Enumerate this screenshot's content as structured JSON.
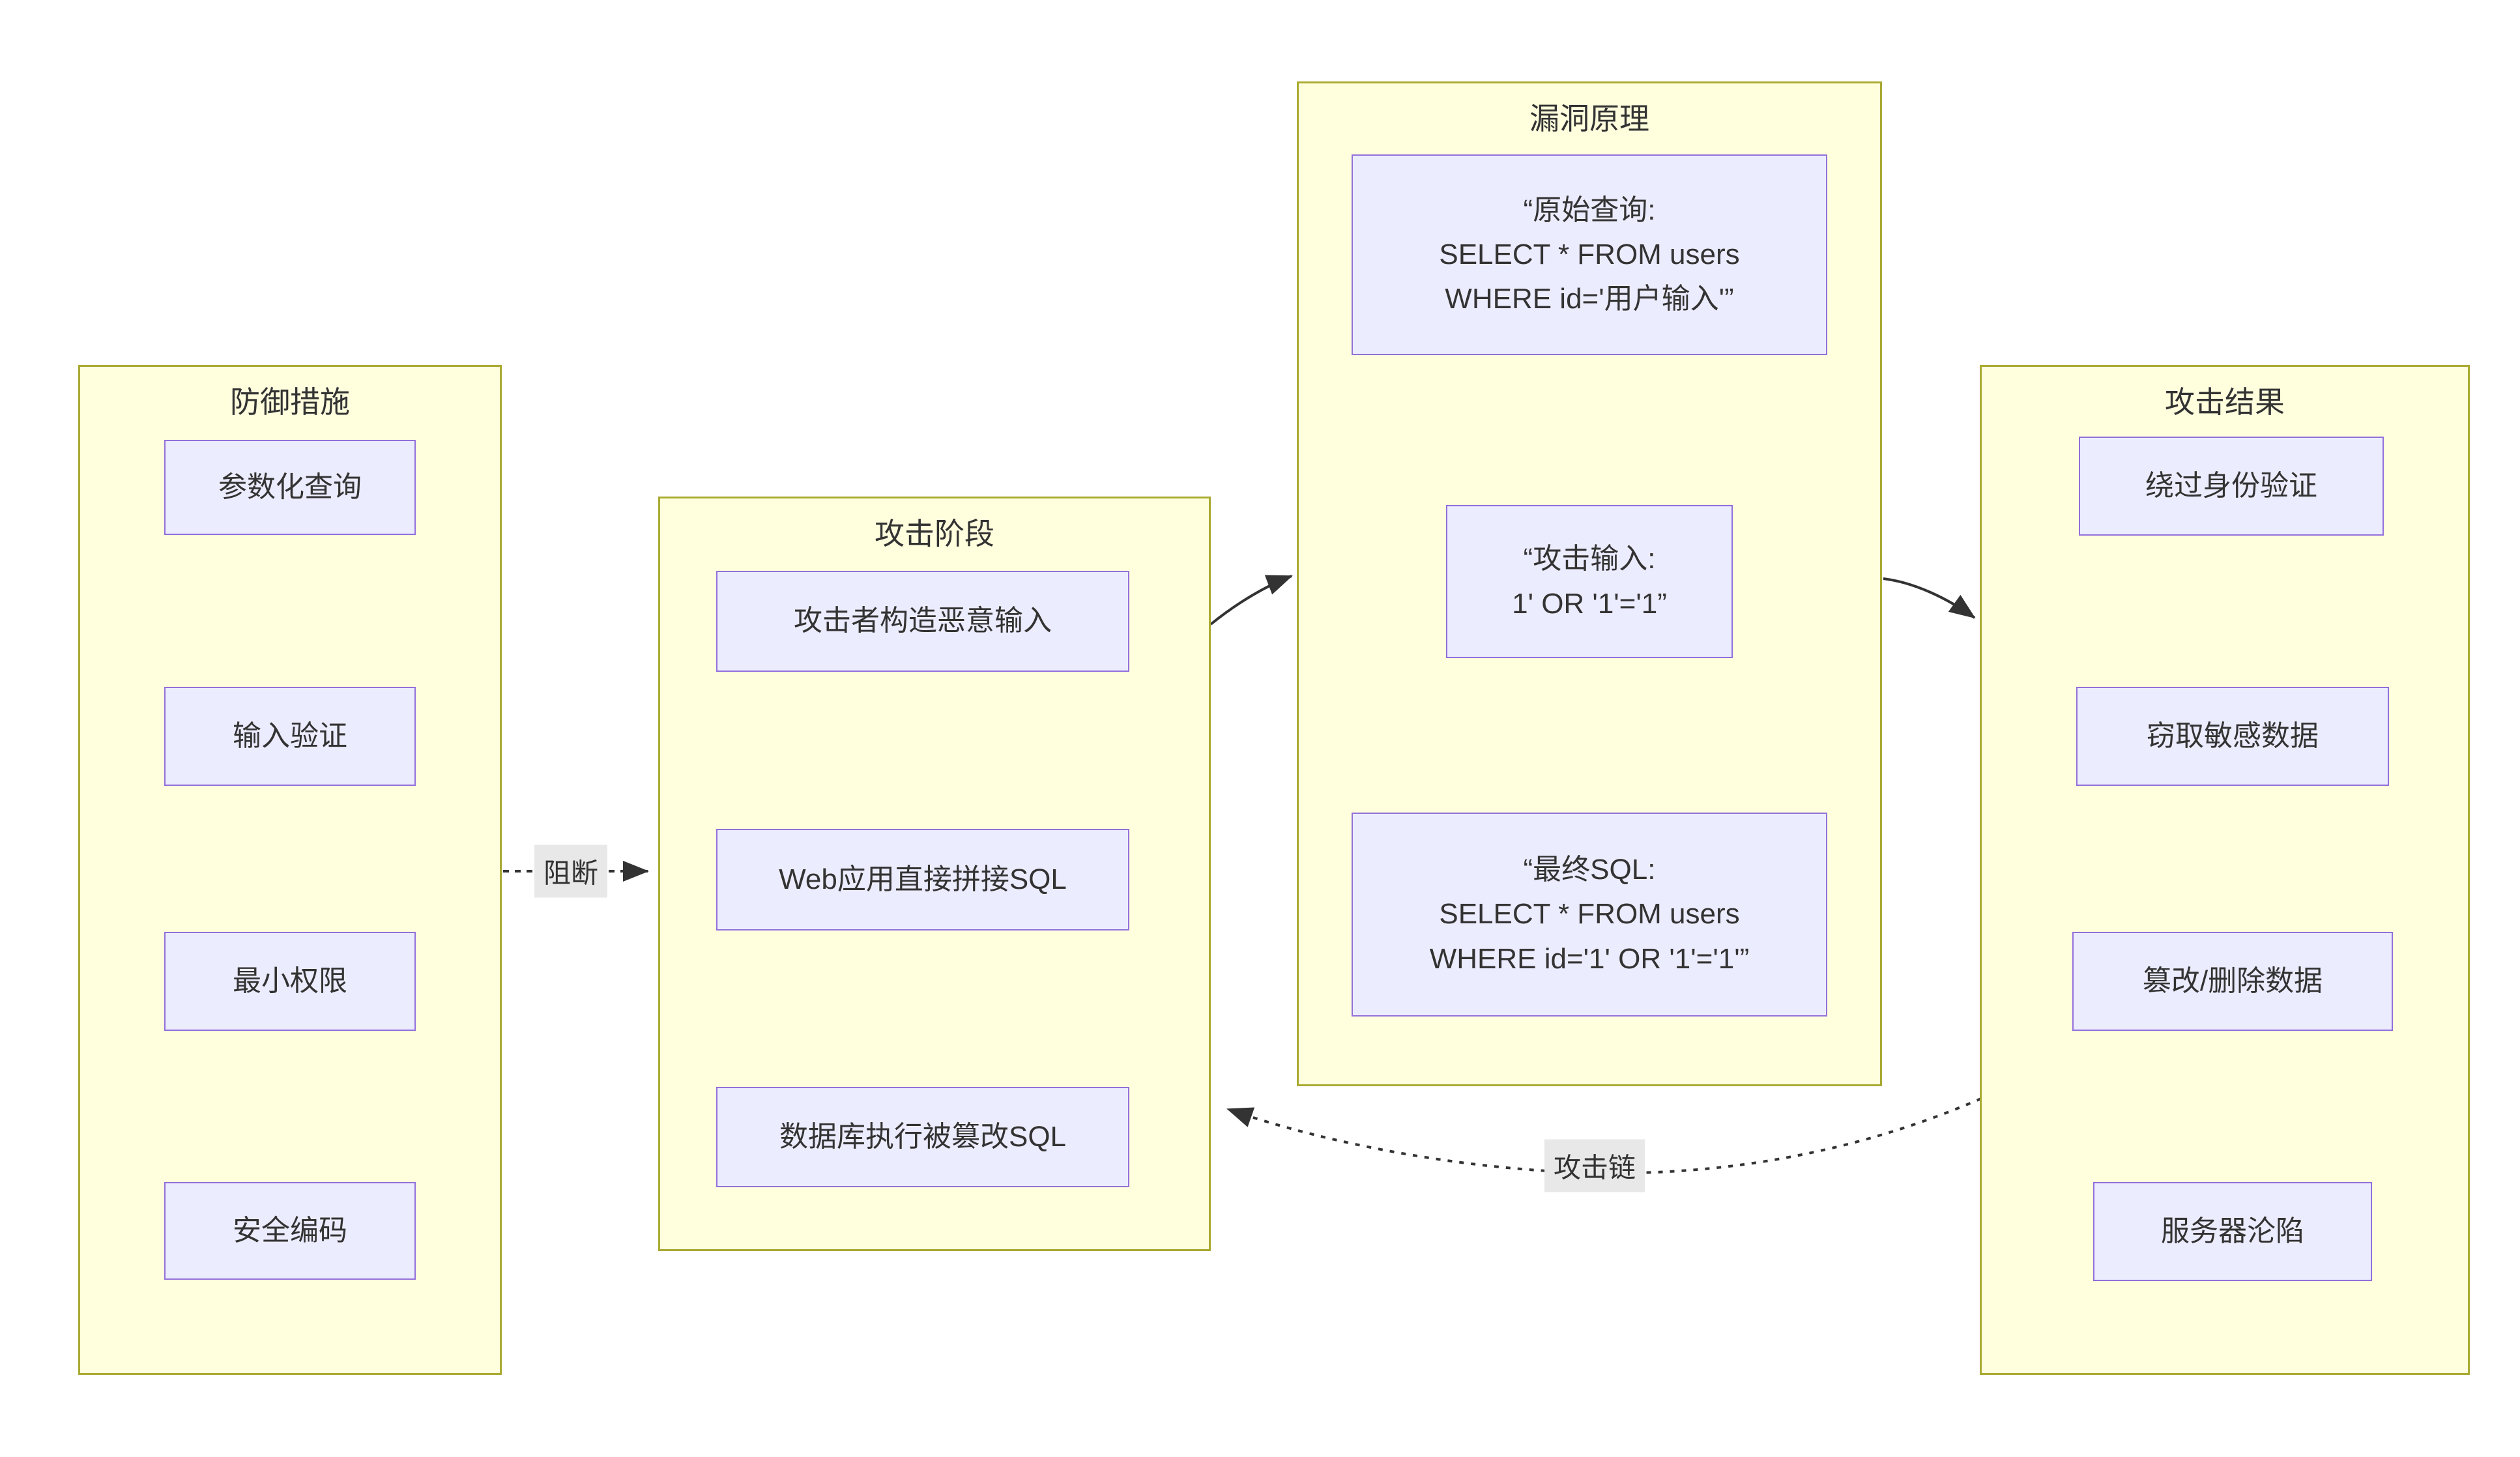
{
  "diagram": {
    "colors": {
      "container_fill": "#ffffde",
      "container_border": "#aaaa33",
      "node_fill": "#ECECFF",
      "node_border": "#9370DB",
      "text": "#333333",
      "edge": "#333333",
      "edge_label_bg": "#e8e8e8"
    },
    "groups": [
      {
        "title": "防御措施",
        "nodes": [
          "参数化查询",
          "输入验证",
          "最小权限",
          "安全编码"
        ]
      },
      {
        "title": "攻击阶段",
        "nodes": [
          "攻击者构造恶意输入",
          "Web应用直接拼接SQL",
          "数据库执行被篡改SQL"
        ]
      },
      {
        "title": "漏洞原理",
        "nodes": [
          {
            "lines": [
              "“原始查询:",
              "SELECT * FROM users",
              "WHERE id='用户输入'”"
            ]
          },
          {
            "lines": [
              "“攻击输入:",
              "1' OR '1'='1”"
            ]
          },
          {
            "lines": [
              "“最终SQL:",
              "SELECT * FROM users",
              "WHERE id='1' OR '1'='1'”"
            ]
          }
        ]
      },
      {
        "title": "攻击结果",
        "nodes": [
          "绕过身份验证",
          "窃取敏感数据",
          "篡改/删除数据",
          "服务器沦陷"
        ]
      }
    ],
    "edge_labels": {
      "block": "阻断",
      "chain": "攻击链"
    }
  }
}
